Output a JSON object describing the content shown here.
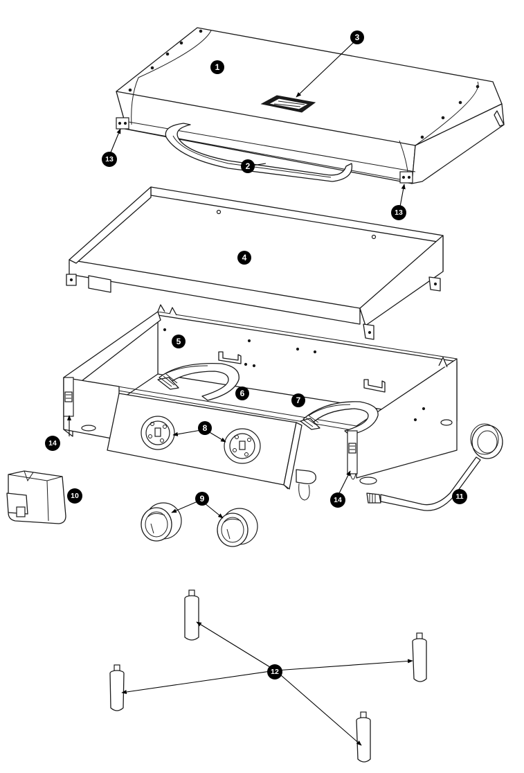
{
  "callouts": {
    "c1": "1",
    "c2": "2",
    "c3": "3",
    "c4": "4",
    "c5": "5",
    "c6": "6",
    "c7": "7",
    "c8": "8",
    "c9": "9",
    "c10": "10",
    "c11": "11",
    "c12": "12",
    "c13a": "13",
    "c13b": "13",
    "c14a": "14",
    "c14b": "14"
  },
  "colors": {
    "ink": "#1a1a1a",
    "paper": "#ffffff"
  }
}
